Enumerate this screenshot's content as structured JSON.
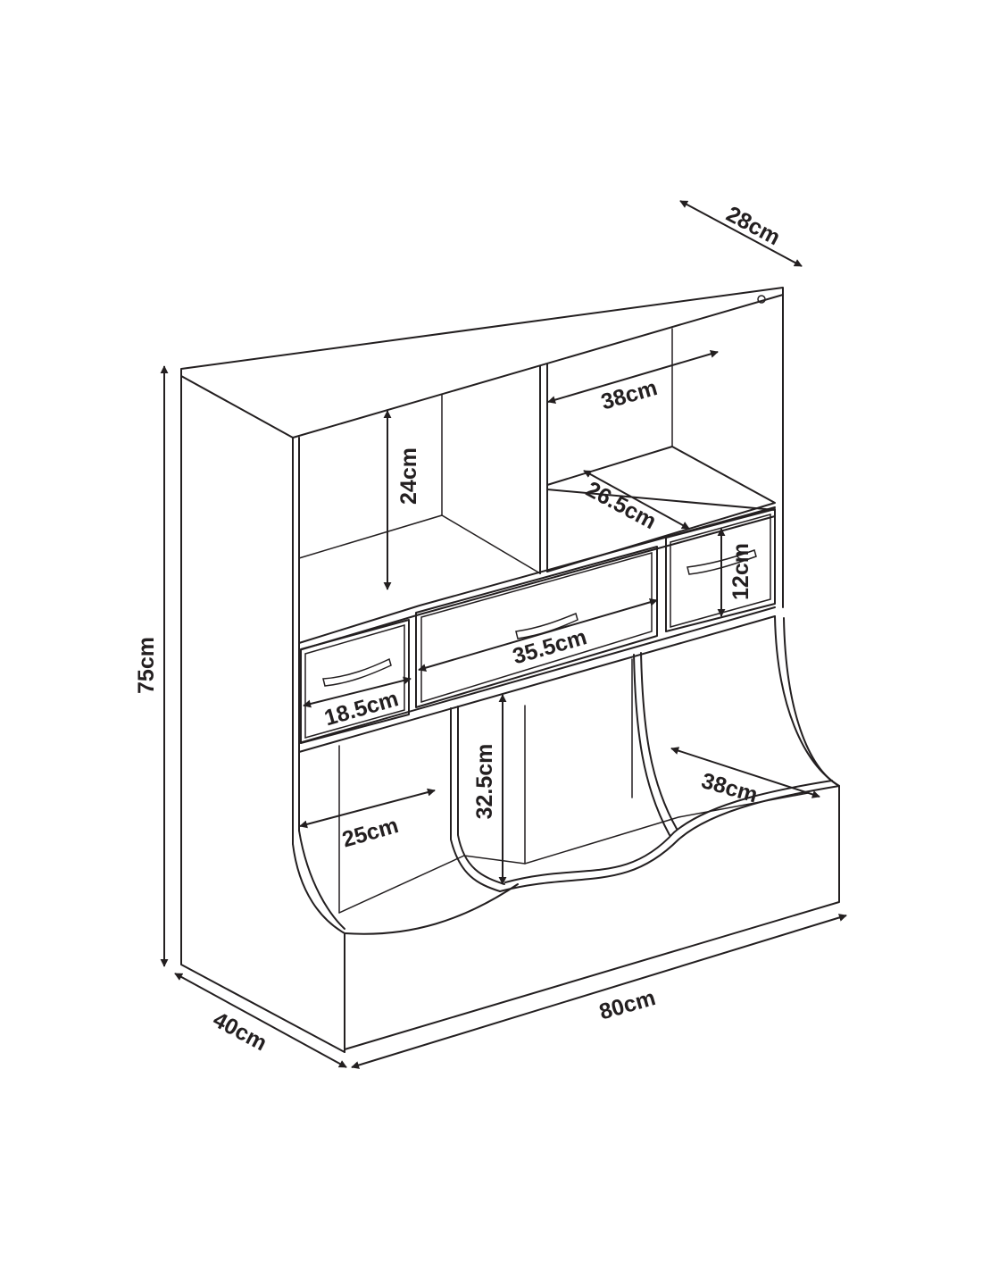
{
  "dimensions": {
    "total_height": "75cm",
    "total_width": "80cm",
    "side_depth": "40cm",
    "top_depth": "28cm",
    "top_left_height": "24cm",
    "top_right_width": "38cm",
    "top_right_depth": "26.5cm",
    "small_drawer_height": "12cm",
    "center_drawer_width": "35.5cm",
    "left_drawer_width": "18.5cm",
    "bin_height": "32.5cm",
    "left_bin_width": "25cm",
    "right_bin_width": "38cm"
  },
  "colors": {
    "line": "#231f20",
    "background": "#ffffff"
  }
}
